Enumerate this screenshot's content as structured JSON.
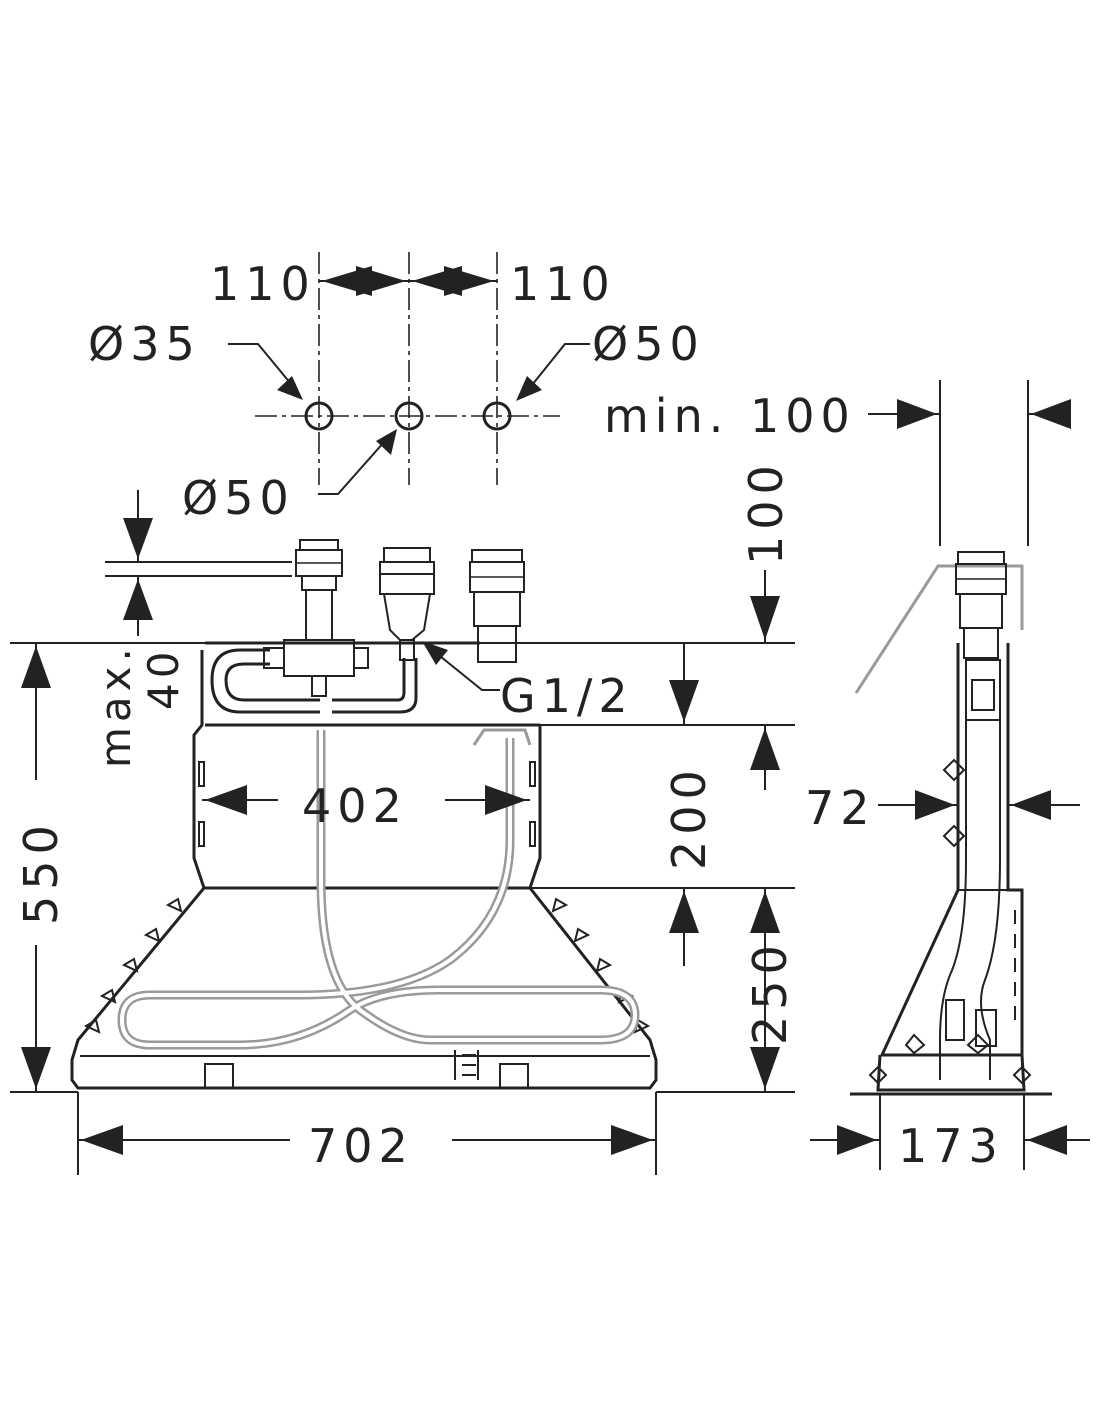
{
  "labels": {
    "spacing_left": "110",
    "spacing_right": "110",
    "dia_left": "Ø35",
    "dia_right": "Ø50",
    "dia_center": "Ø50",
    "min_100": "min. 100",
    "top_100": "100",
    "max": "max.",
    "max_value": "40",
    "thread": "G1/2",
    "width_inner": "402",
    "height_200": "200",
    "height_250": "250",
    "height_total": "550",
    "width_total": "702",
    "side_72": "72",
    "side_173": "173"
  }
}
